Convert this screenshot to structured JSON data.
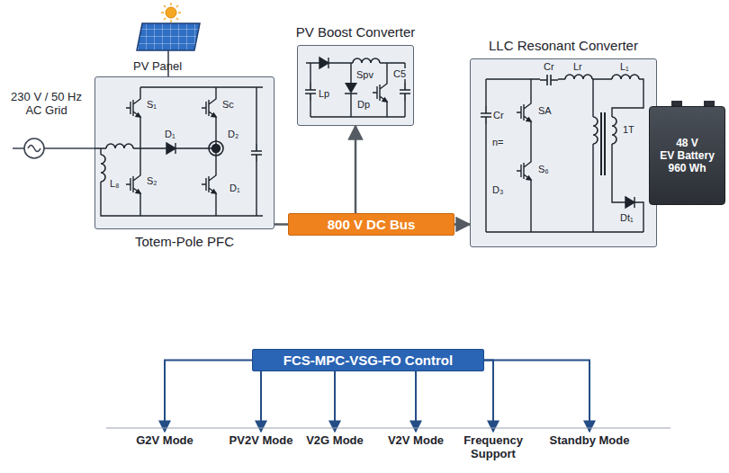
{
  "diagram": {
    "nodes": [
      {
        "text": [
          "Totem-Pole PFC"
        ]
      },
      {
        "text": [
          "PV Boost Converter"
        ]
      },
      {
        "text": [
          "800 V DC Bus"
        ]
      },
      {
        "text": [
          "LLC Resonant Converter"
        ]
      },
      {
        "text": [
          "48 V",
          "EV Battery",
          "960 Wh"
        ]
      },
      {
        "text": [
          "FCS-MPC-VSG-FO Control"
        ]
      },
      {
        "text": [
          "G2V Mode"
        ]
      },
      {
        "text": [
          "PV2V Mode"
        ]
      },
      {
        "text": [
          "V2G Mode"
        ]
      },
      {
        "text": [
          "V2V Mode"
        ]
      },
      {
        "text": [
          "Frequency Support"
        ]
      },
      {
        "text": [
          "Standby Mode"
        ]
      }
    ],
    "edges": [
      {
        "from": 0,
        "to": 2,
        "arrow": "none"
      },
      {
        "from": 2,
        "to": 1,
        "arrow": "to"
      },
      {
        "from": 2,
        "to": 3,
        "arrow": "to"
      },
      {
        "from": 3,
        "to": 4,
        "arrow": "none"
      },
      {
        "from": 5,
        "to": 6,
        "arrow": "to"
      },
      {
        "from": 5,
        "to": 7,
        "arrow": "to"
      },
      {
        "from": 5,
        "to": 8,
        "arrow": "to"
      },
      {
        "from": 5,
        "to": 9,
        "arrow": "to"
      },
      {
        "from": 5,
        "to": 10,
        "arrow": "to"
      },
      {
        "from": 5,
        "to": 11,
        "arrow": "to"
      }
    ],
    "labels": [
      "PV Panel",
      "230 V / 50 Hz AC Grid",
      "S₁",
      "Sc",
      "D₁",
      "D₂",
      "L₈",
      "S₂",
      "D₁",
      "Spv",
      "Lp",
      "Dp",
      "C5",
      "Cr",
      "Lr",
      "L₁",
      "Cr",
      "SA",
      "1T",
      "n=",
      "D₃",
      "S₆",
      "Dt₁"
    ]
  }
}
